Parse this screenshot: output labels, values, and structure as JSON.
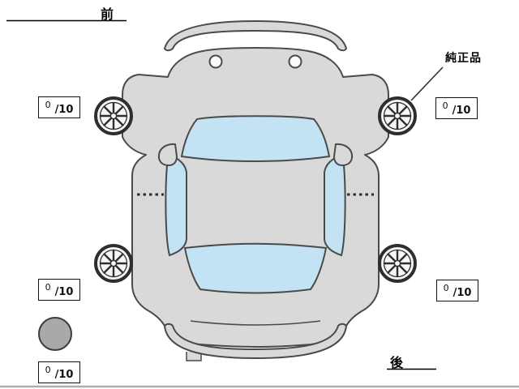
{
  "labels": {
    "front": "前",
    "rear": "後",
    "genuine_part": "純正品"
  },
  "tire_scores": {
    "front_left": {
      "value": "0",
      "scale": "/10"
    },
    "front_right": {
      "value": "0",
      "scale": "/10"
    },
    "rear_left": {
      "value": "0",
      "scale": "/10"
    },
    "rear_right": {
      "value": "0",
      "scale": "/10"
    },
    "spare": {
      "value": "0",
      "scale": "/10"
    }
  },
  "colors": {
    "background": "#ffffff",
    "car_body": "#d9d9d9",
    "windows": "#c3e2f4",
    "outline": "#4a4a4a",
    "spare_tire": "#a9a9a9"
  }
}
